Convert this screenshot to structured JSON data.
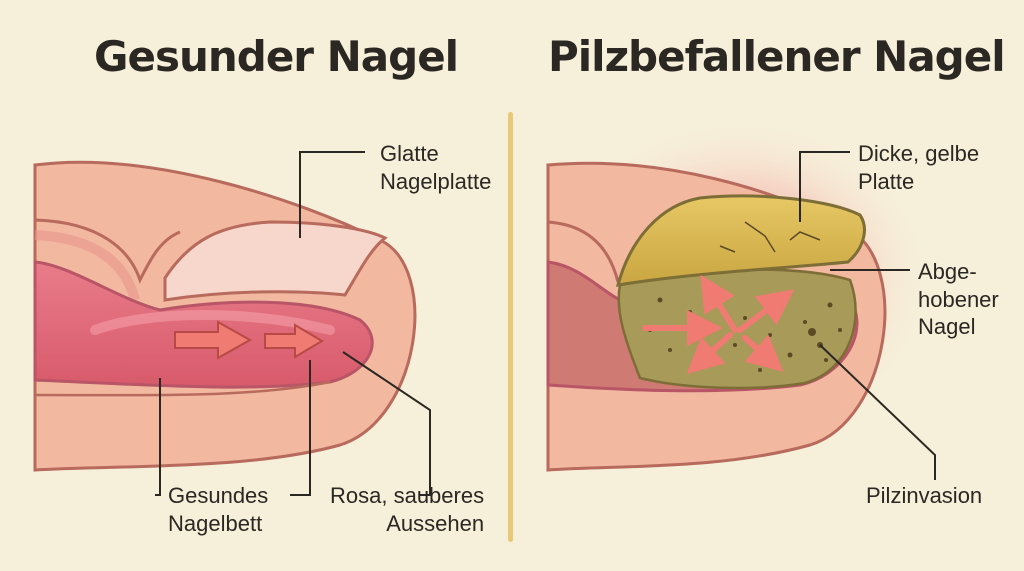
{
  "titles": {
    "left": "Gesunder Nagel",
    "right": "Pilzbefallener Nagel"
  },
  "labels": {
    "smooth_plate": [
      "Glatte",
      "Nagelplatte"
    ],
    "healthy_bed": [
      "Gesundes",
      "Nagelbett"
    ],
    "pink_clean": [
      "Rosa, sauberes",
      "Aussehen"
    ],
    "thick_yellow": [
      "Dicke, gelbe",
      "Platte"
    ],
    "lifted_nail": [
      "Abge-",
      "hobener",
      "Nagel"
    ],
    "fungal_invasion": [
      "Pilzinvasion"
    ]
  },
  "colors": {
    "background": "#f6efd9",
    "skin": "#f2b8a0",
    "skin_dark": "#c97a6c",
    "nail_bed": "#e0697a",
    "healthy_plate": "#f7d6cc",
    "yellow_plate": "#d8b750",
    "fungus": "#9a8a4a",
    "arrow": "#ef7b72",
    "divider": "#e9c877",
    "infection_glow": "#f08a8a"
  }
}
